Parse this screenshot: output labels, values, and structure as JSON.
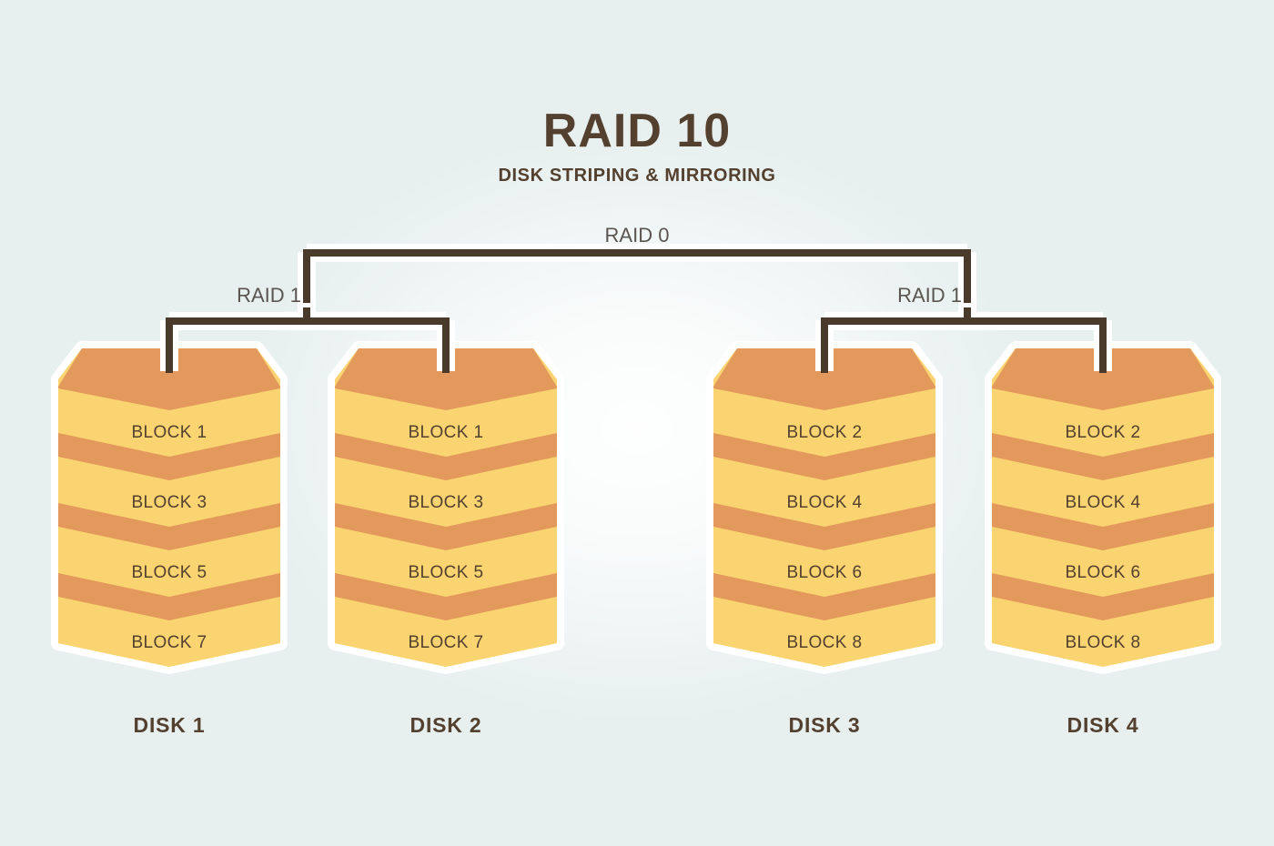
{
  "header": {
    "title": "RAID 10",
    "subtitle": "DISK STRIPING & MIRRORING"
  },
  "brackets": {
    "raid0_label": "RAID 0",
    "raid1_left_label": "RAID 1",
    "raid1_right_label": "RAID 1"
  },
  "colors": {
    "background": "#e7efef",
    "block_light": "#fad471",
    "block_dark": "#e2995b",
    "outline": "#ffffff",
    "text_dark": "#54402f",
    "line": "#4a3a2c",
    "label_gray": "#5a5550"
  },
  "disks": [
    {
      "name": "DISK 1",
      "blocks": [
        "BLOCK 1",
        "BLOCK 3",
        "BLOCK 5",
        "BLOCK 7"
      ]
    },
    {
      "name": "DISK 2",
      "blocks": [
        "BLOCK 1",
        "BLOCK 3",
        "BLOCK 5",
        "BLOCK 7"
      ]
    },
    {
      "name": "DISK 3",
      "blocks": [
        "BLOCK 2",
        "BLOCK 4",
        "BLOCK 6",
        "BLOCK 8"
      ]
    },
    {
      "name": "DISK 4",
      "blocks": [
        "BLOCK 2",
        "BLOCK 4",
        "BLOCK 6",
        "BLOCK 8"
      ]
    }
  ]
}
